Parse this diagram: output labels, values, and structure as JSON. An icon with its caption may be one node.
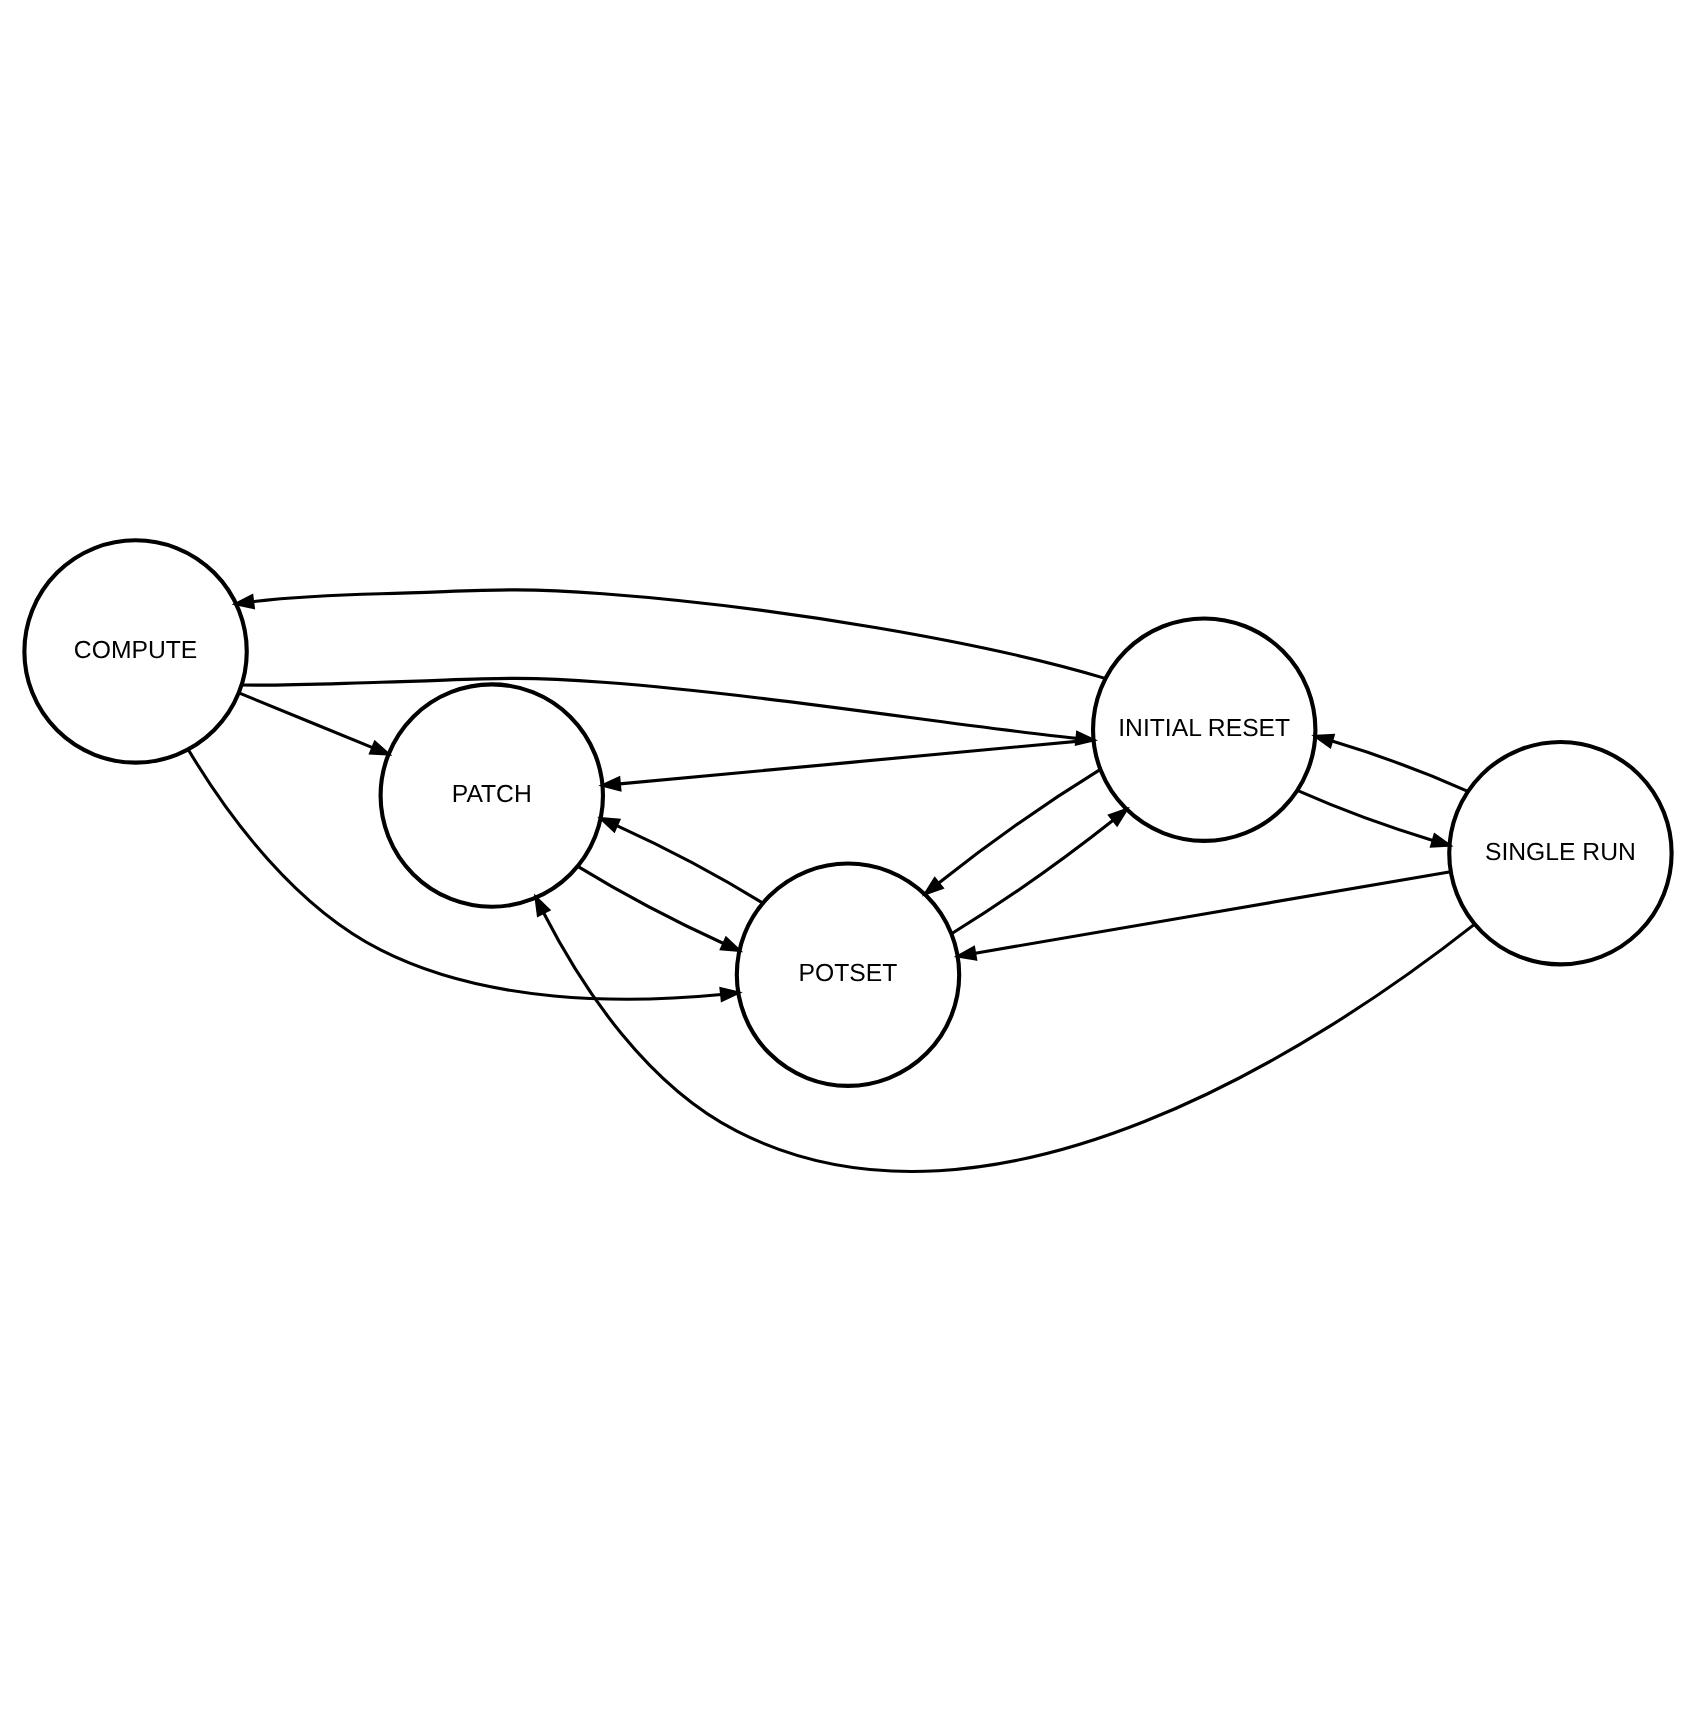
{
  "diagram": {
    "nodes": [
      {
        "text": [
          "COMPUTE"
        ]
      },
      {
        "text": [
          "PATCH"
        ]
      },
      {
        "text": [
          "POTSET"
        ]
      },
      {
        "text": [
          "INITIAL RESET"
        ]
      },
      {
        "text": [
          "SINGLE RUN"
        ]
      }
    ],
    "edges": [
      {
        "from": 0,
        "to": 1,
        "arrow": "to"
      },
      {
        "from": 0,
        "to": 2,
        "arrow": "to"
      },
      {
        "from": 3,
        "to": 0,
        "arrow": "to"
      },
      {
        "from": 0,
        "to": 3,
        "arrow": "to"
      },
      {
        "from": 1,
        "to": 2,
        "arrow": "to"
      },
      {
        "from": 2,
        "to": 1,
        "arrow": "to"
      },
      {
        "from": 2,
        "to": 3,
        "arrow": "to"
      },
      {
        "from": 3,
        "to": 2,
        "arrow": "to"
      },
      {
        "from": 3,
        "to": 4,
        "arrow": "to"
      },
      {
        "from": 4,
        "to": 3,
        "arrow": "to"
      },
      {
        "from": 4,
        "to": 1,
        "arrow": "to"
      },
      {
        "from": 4,
        "to": 2,
        "arrow": "to"
      },
      {
        "from": 3,
        "to": 1,
        "arrow": "to"
      }
    ]
  }
}
